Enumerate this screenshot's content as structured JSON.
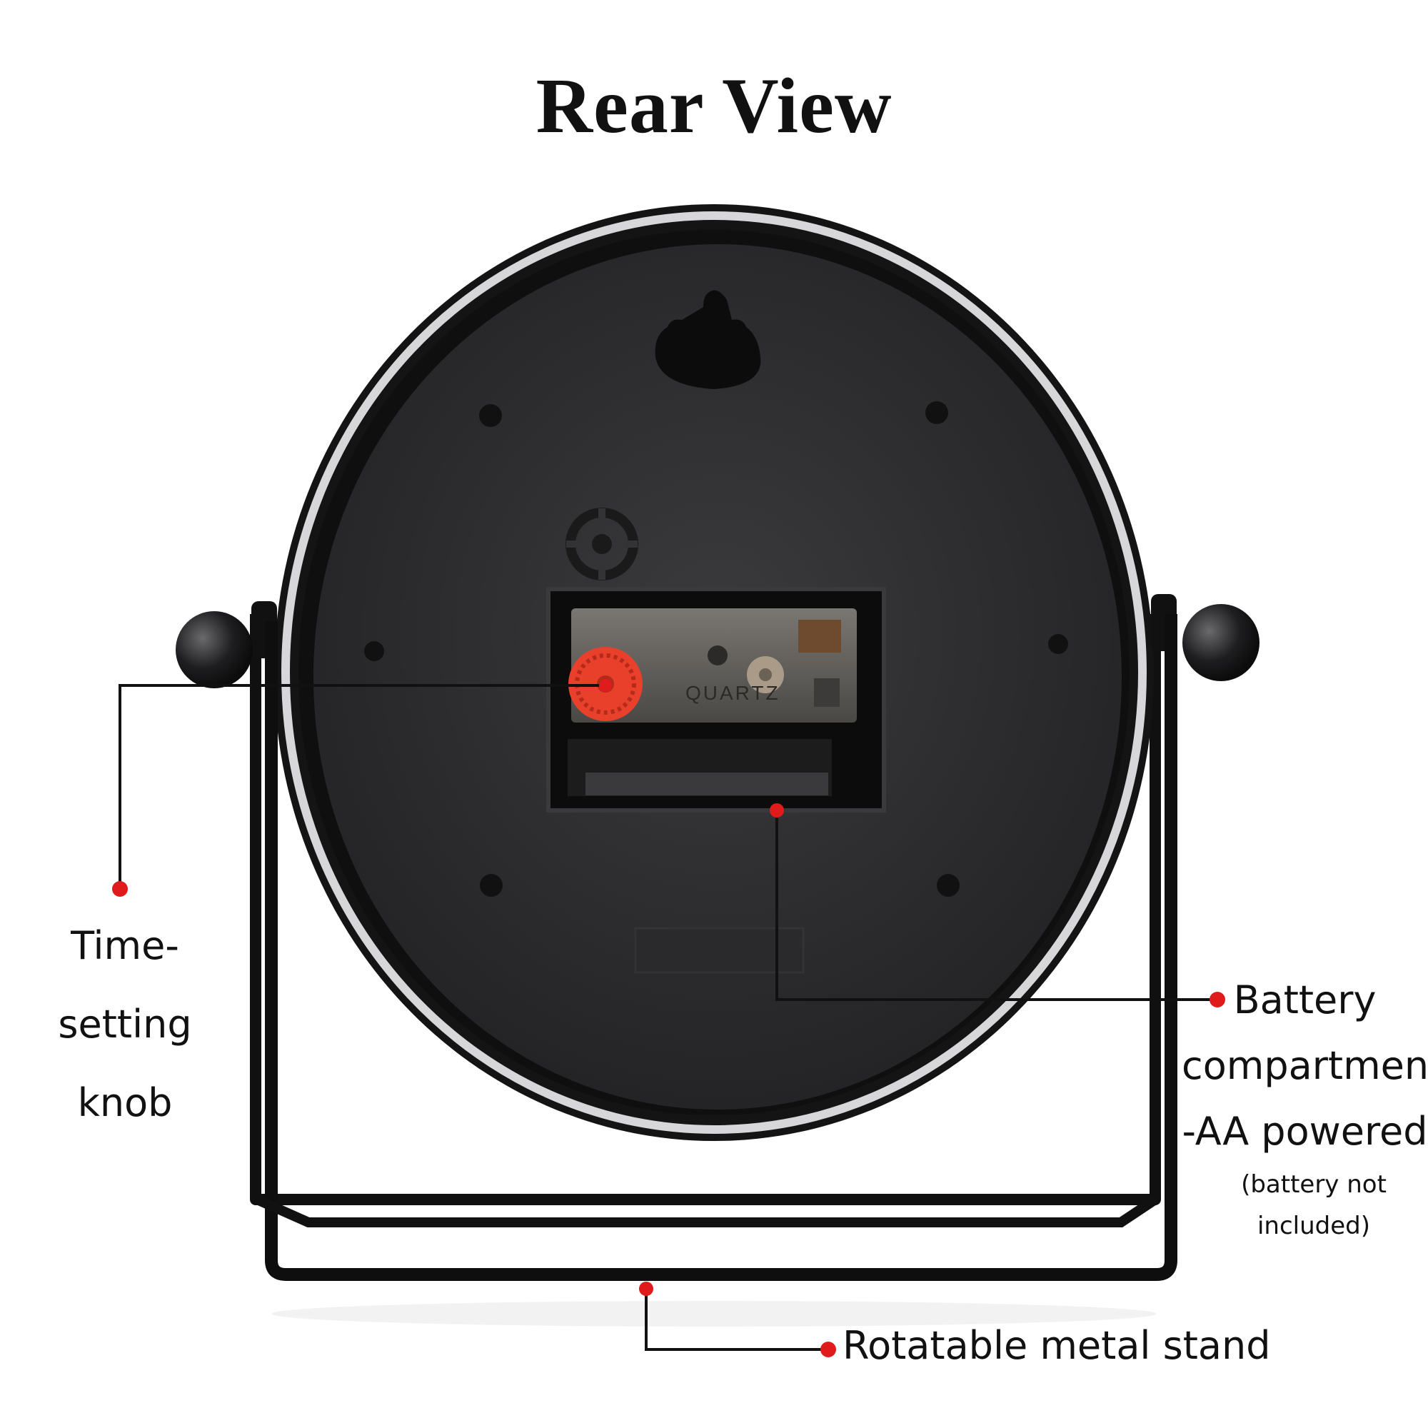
{
  "title": "Rear View",
  "callouts": {
    "knob": {
      "line1": "Time-setting",
      "line2": "knob"
    },
    "battery": {
      "line1": "Battery",
      "line2": "compartment",
      "line3": "-AA powered",
      "note1": "(battery not",
      "note2": "included)"
    },
    "stand": {
      "text": "Rotatable metal stand"
    }
  },
  "movement_mark": "QUARTZ",
  "colors": {
    "callout_dot": "#e01b1b",
    "knob": "#e8402a",
    "body": "#2d2d2f",
    "rim": "#cfcfd2"
  }
}
